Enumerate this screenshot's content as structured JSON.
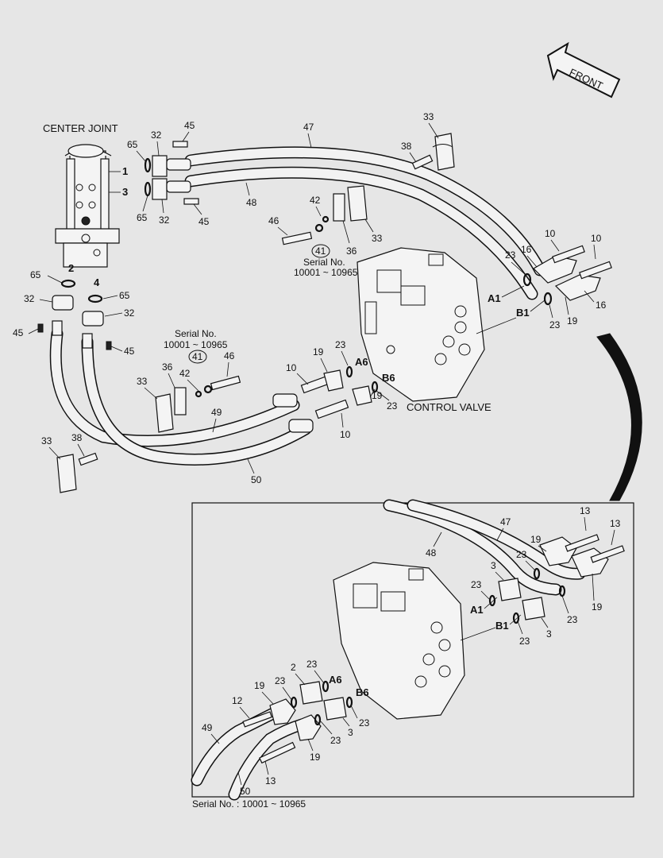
{
  "labels": {
    "center_joint": "CENTER JOINT",
    "control_valve": "CONTROL VALVE",
    "front": "FRONT",
    "serial_label": "Serial No.",
    "serial_range": "10001 ~ 10965",
    "serial_footer": "Serial No. : 10001 ~ 10965"
  },
  "ports": {
    "a1": "A1",
    "b1": "B1",
    "a6": "A6",
    "b6": "B6",
    "cj1": "1",
    "cj2": "2",
    "cj3": "3",
    "cj4": "4"
  },
  "parts": {
    "p2": "2",
    "p3": "3",
    "p10": "10",
    "p12": "12",
    "p13": "13",
    "p16": "16",
    "p19": "19",
    "p23": "23",
    "p32": "32",
    "p33": "33",
    "p36": "36",
    "p38": "38",
    "p41": "41",
    "p42": "42",
    "p45": "45",
    "p46": "46",
    "p47": "47",
    "p48": "48",
    "p49": "49",
    "p50": "50",
    "p65": "65"
  },
  "colors": {
    "background": "#e6e6e6",
    "line": "#111111",
    "part_fill": "#f4f4f4"
  }
}
